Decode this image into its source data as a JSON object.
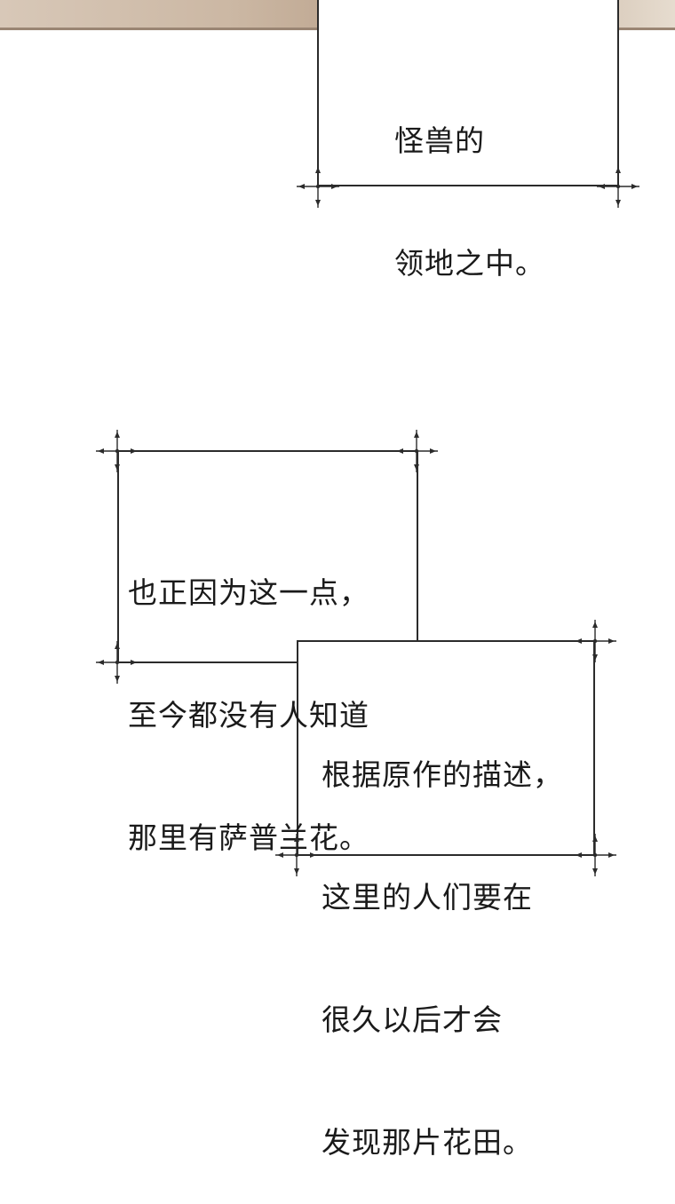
{
  "box1": {
    "lines": [
      "怪兽的",
      "领地之中。"
    ]
  },
  "box2": {
    "lines": [
      "也正因为这一点，",
      "至今都没有人知道",
      "那里有萨普兰花。"
    ]
  },
  "box3": {
    "lines": [
      "根据原作的描述，",
      "这里的人们要在",
      "很久以后才会",
      "发现那片花田。"
    ]
  },
  "colors": {
    "border": "#2b2b2b",
    "text": "#1a1a1a",
    "background": "#ffffff"
  }
}
